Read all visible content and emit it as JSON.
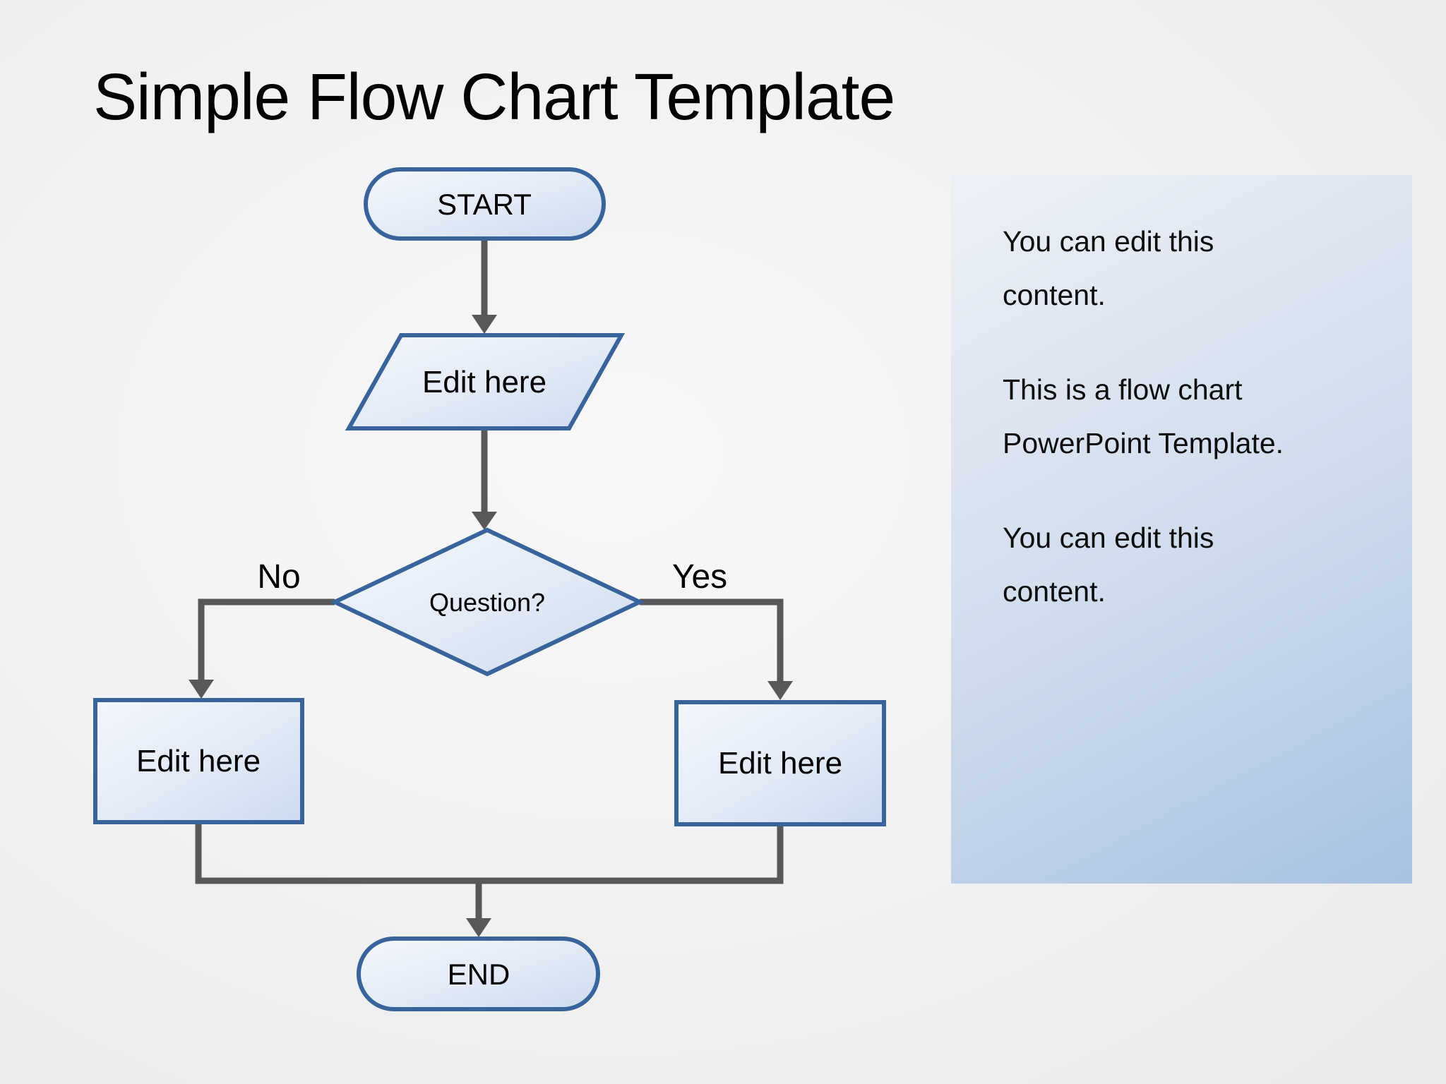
{
  "title": "Simple Flow Chart Template",
  "flowchart": {
    "start_label": "START",
    "input_label": "Edit here",
    "decision_label": "Question?",
    "branch_no_label": "No",
    "branch_yes_label": "Yes",
    "no_process_label": "Edit here",
    "yes_process_label": "Edit here",
    "end_label": "END"
  },
  "side_panel": {
    "paragraph_1": "You can edit this content.",
    "paragraph_2": "This is a flow chart PowerPoint Template.",
    "paragraph_3": "You can edit this content."
  },
  "colors": {
    "shape_border": "#38649b",
    "shape_fill_light": "#f4f7fc",
    "shape_fill_dark": "#cddbef",
    "connector": "#58585a",
    "panel_gradient_top": "#edf1f6",
    "panel_gradient_bottom": "#a8c2e1",
    "slide_background": "#efeff1",
    "text": "#000000"
  }
}
